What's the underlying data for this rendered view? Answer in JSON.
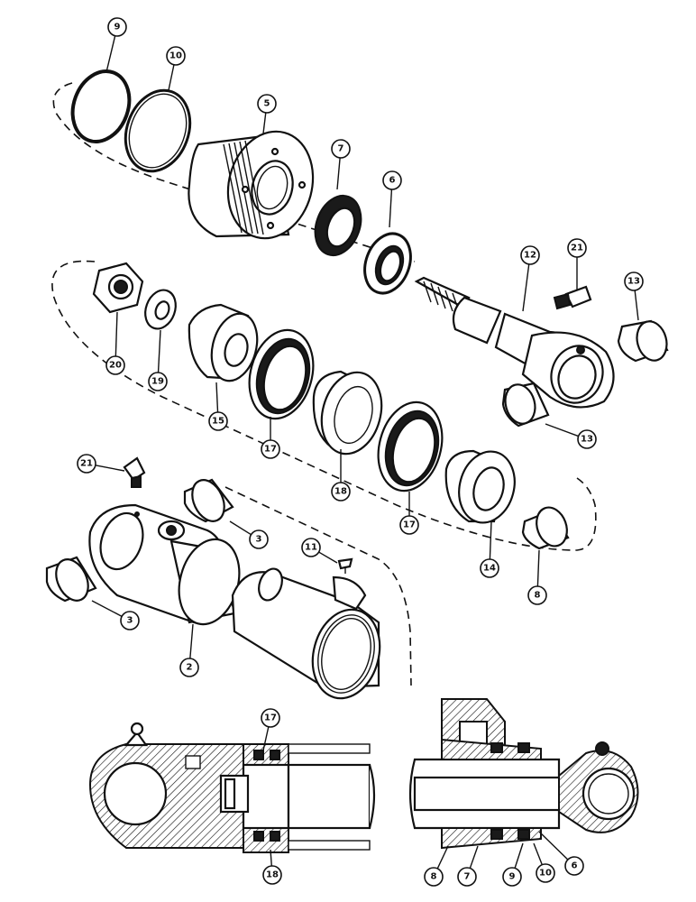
{
  "callouts": [
    {
      "label": "9"
    },
    {
      "label": "10"
    },
    {
      "label": "5"
    },
    {
      "label": "7"
    },
    {
      "label": "6"
    },
    {
      "label": "21"
    },
    {
      "label": "12"
    },
    {
      "label": "13"
    },
    {
      "label": "20"
    },
    {
      "label": "19"
    },
    {
      "label": "15"
    },
    {
      "label": "17"
    },
    {
      "label": "18"
    },
    {
      "label": "17"
    },
    {
      "label": "13"
    },
    {
      "label": "14"
    },
    {
      "label": "8"
    },
    {
      "label": "21"
    },
    {
      "label": "3"
    },
    {
      "label": "11"
    },
    {
      "label": "3"
    },
    {
      "label": "2"
    },
    {
      "label": "17"
    },
    {
      "label": "18"
    },
    {
      "label": "8"
    },
    {
      "label": "7"
    },
    {
      "label": "9"
    },
    {
      "label": "10"
    },
    {
      "label": "6"
    }
  ]
}
